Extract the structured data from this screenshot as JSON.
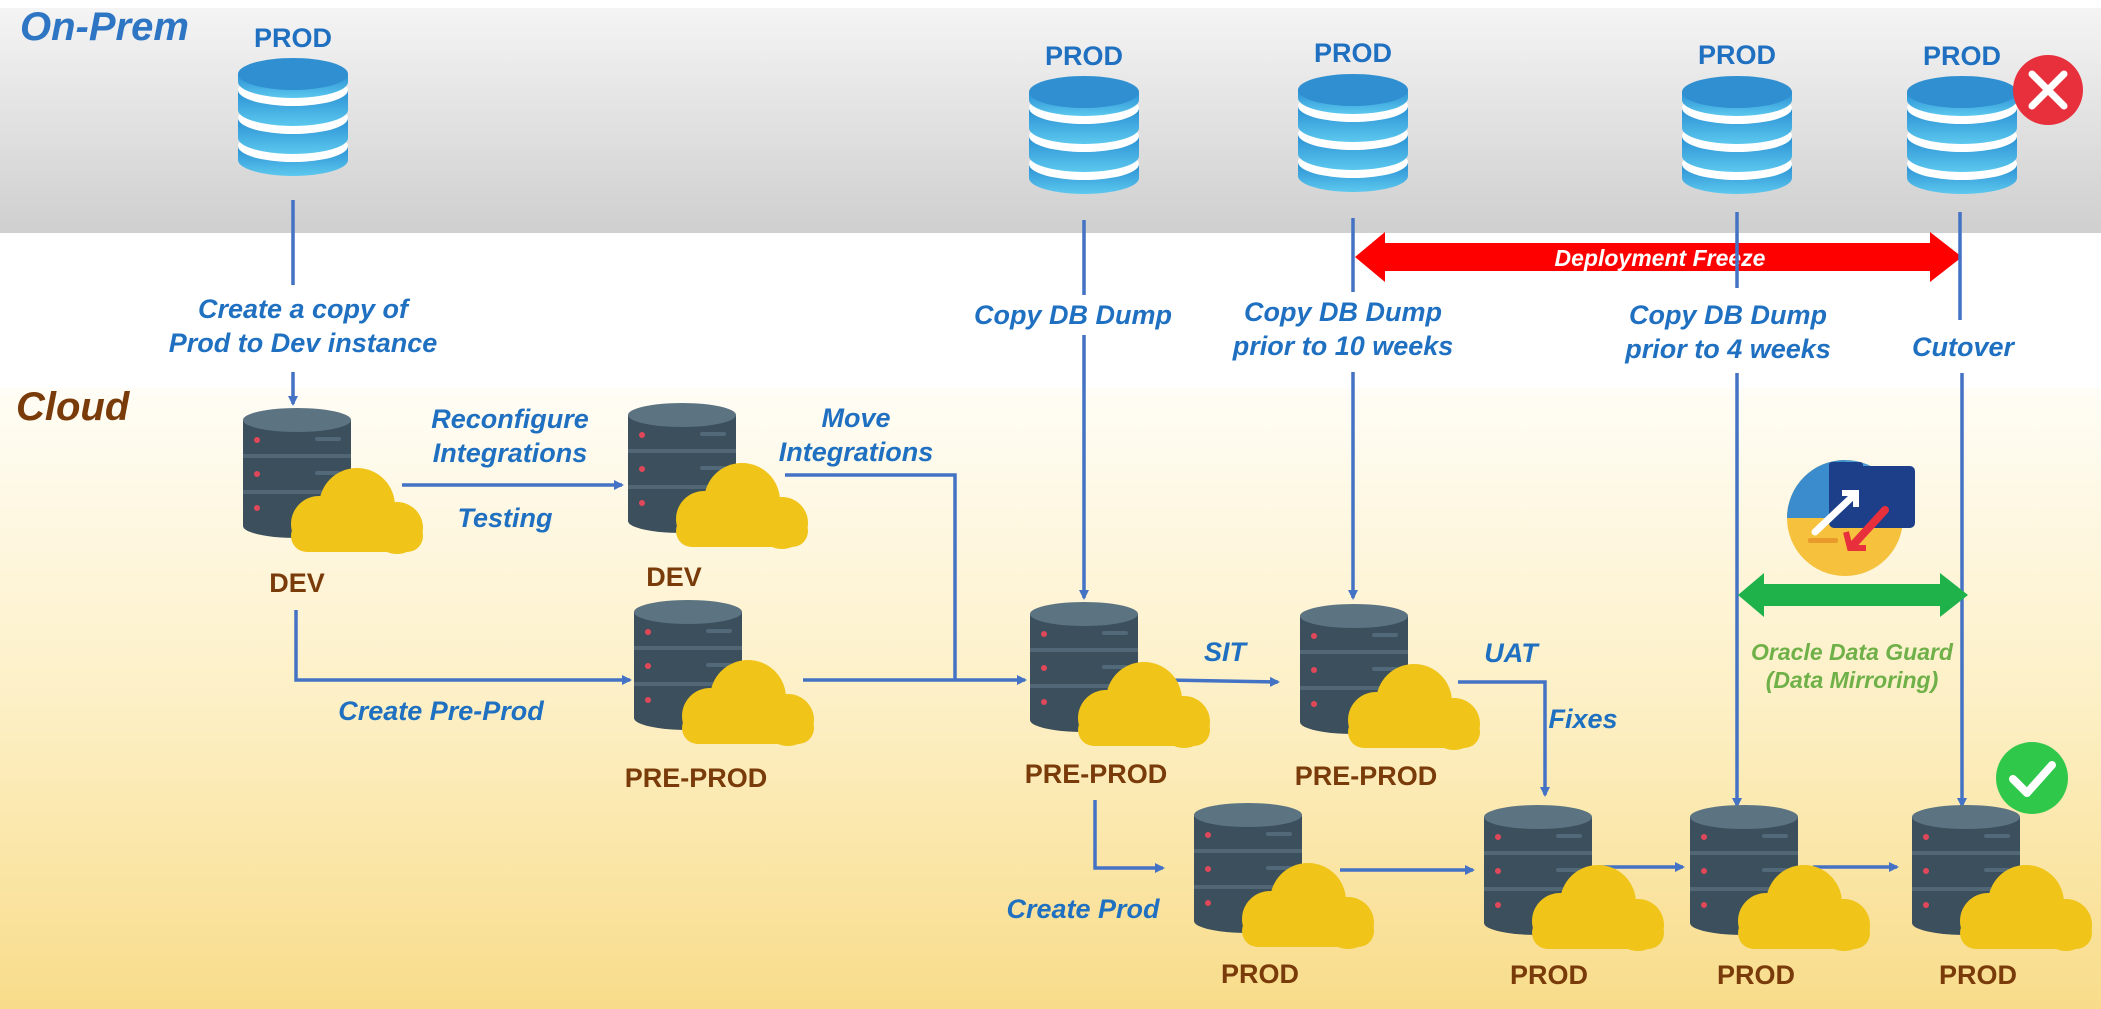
{
  "regions": {
    "onprem": "On-Prem",
    "cloud": "Cloud"
  },
  "colors": {
    "label_blue": "#1f70c1",
    "node_brown": "#7a3b0a",
    "connector": "#4472c4",
    "freeze_red": "#ff0000",
    "data_guard_green": "#1fb24a",
    "cloud_yellow": "#f0c419",
    "server_dark": "#3c4f5c",
    "db_blue": "#3ba3df"
  },
  "onprem_nodes": [
    {
      "id": "op1",
      "label": "PROD"
    },
    {
      "id": "op2",
      "label": "PROD"
    },
    {
      "id": "op3",
      "label": "PROD"
    },
    {
      "id": "op4",
      "label": "PROD"
    },
    {
      "id": "op5",
      "label": "PROD"
    }
  ],
  "cloud_nodes": [
    {
      "id": "dev1",
      "label": "DEV"
    },
    {
      "id": "dev2",
      "label": "DEV"
    },
    {
      "id": "pp1",
      "label": "PRE-PROD"
    },
    {
      "id": "pp2",
      "label": "PRE-PROD"
    },
    {
      "id": "pp3",
      "label": "PRE-PROD"
    },
    {
      "id": "pr1",
      "label": "PROD"
    },
    {
      "id": "pr2",
      "label": "PROD"
    },
    {
      "id": "pr3",
      "label": "PROD"
    },
    {
      "id": "pr4",
      "label": "PROD"
    }
  ],
  "edge_labels": {
    "copy_prod_line1": "Create a copy of",
    "copy_prod_line2": "Prod to Dev instance",
    "reconfigure_line1": "Reconfigure",
    "reconfigure_line2": "Integrations",
    "testing": "Testing",
    "move_line1": "Move",
    "move_line2": "Integrations",
    "create_preprod": "Create Pre-Prod",
    "copy_db_dump": "Copy DB Dump",
    "copy_10_line1": "Copy DB Dump",
    "copy_10_line2": "prior to 10 weeks",
    "copy_4_line1": "Copy DB Dump",
    "copy_4_line2": "prior to 4 weeks",
    "cutover": "Cutover",
    "sit": "SIT",
    "uat": "UAT",
    "fixes": "Fixes",
    "create_prod": "Create Prod"
  },
  "deployment_freeze": "Deployment Freeze",
  "data_guard": {
    "line1": "Oracle Data Guard",
    "line2": "(Data Mirroring)"
  },
  "status_icons": {
    "onprem_final": "close-icon",
    "cloud_final": "checkmark-icon",
    "migration": "data-transfer-icon"
  }
}
